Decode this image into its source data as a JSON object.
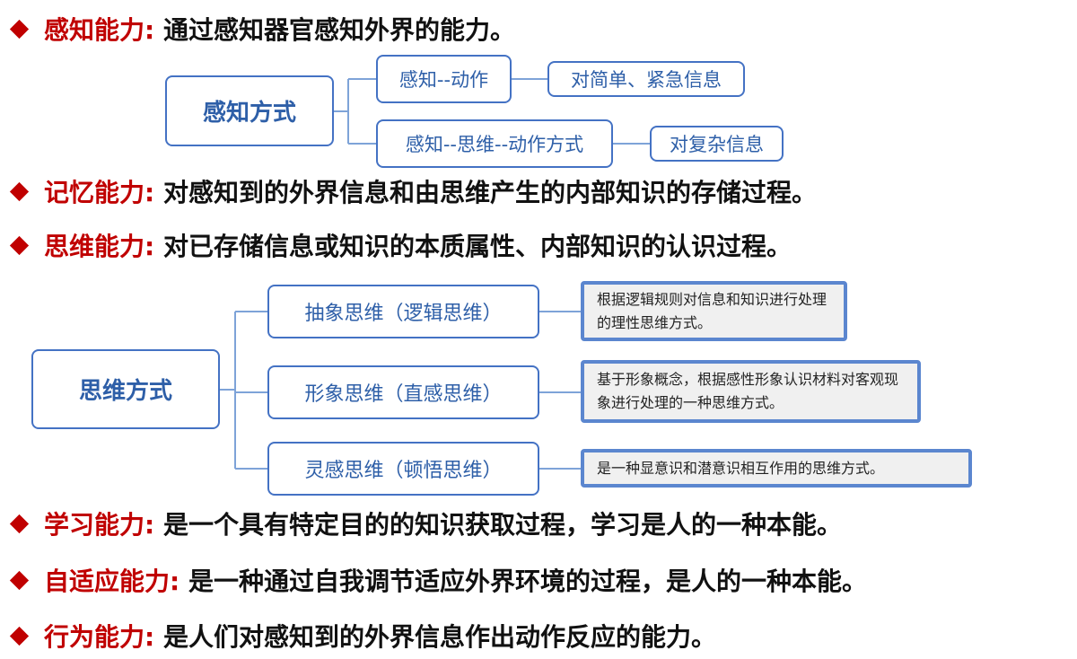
{
  "bullets": [
    {
      "label": "感知能力:",
      "text": " 通过感知器官感知外界的能力。"
    },
    {
      "label": "记忆能力:",
      "text": " 对感知到的外界信息和由思维产生的内部知识的存储过程。"
    },
    {
      "label": "思维能力:",
      "text": " 对已存储信息或知识的本质属性、内部知识的认识过程。"
    },
    {
      "label": "学习能力:",
      "text": " 是一个具有特定目的的知识获取过程，学习是人的一种本能。"
    },
    {
      "label": "自适应能力:",
      "text": " 是一种通过自我调节适应外界环境的过程，是人的一种本能。"
    },
    {
      "label": "行为能力:",
      "text": " 是人们对感知到的外界信息作出动作反应的能力。"
    }
  ],
  "perception": {
    "root": "感知方式",
    "branches": [
      {
        "label": "感知--动作",
        "detail": "对简单、紧急信息"
      },
      {
        "label": "感知--思维--动作方式",
        "detail": "对复杂信息"
      }
    ]
  },
  "thinking": {
    "root": "思维方式",
    "branches": [
      {
        "label": "抽象思维（逻辑思维）",
        "detail": "根据逻辑规则对信息和知识进行处理的理性思维方式。"
      },
      {
        "label": "形象思维（直感思维）",
        "detail": "基于形象概念，根据感性形象认识材料对客观现象进行处理的一种思维方式。"
      },
      {
        "label": "灵感思维（顿悟思维）",
        "detail": "是一种显意识和潜意识相互作用的思维方式。"
      }
    ]
  }
}
